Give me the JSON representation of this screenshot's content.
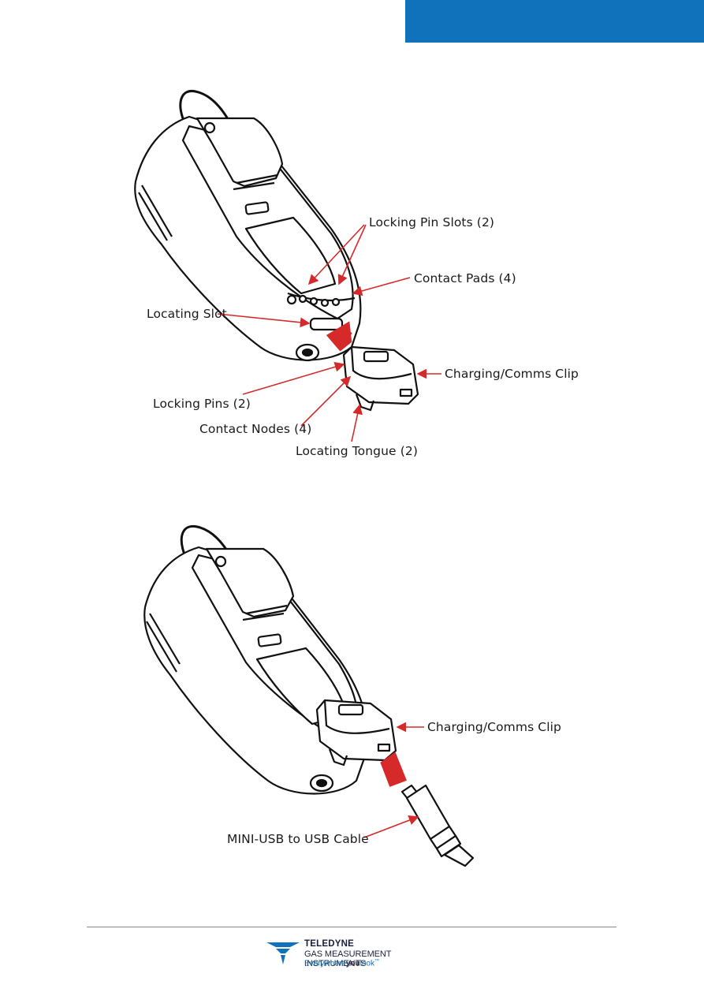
{
  "figure1": {
    "labels": {
      "locking_pin_slots": "Locking Pin Slots (2)",
      "contact_pads": "Contact Pads (4)",
      "locating_slot": "Locating Slot",
      "charging_comms_clip": "Charging/Comms Clip",
      "locking_pins": "Locking Pins (2)",
      "contact_nodes": "Contact Nodes (4)",
      "locating_tongue": "Locating Tongue (2)"
    }
  },
  "figure2": {
    "labels": {
      "charging_comms_clip": "Charging/Comms Clip",
      "usb_cable": "MINI-USB to USB Cable"
    }
  },
  "footer": {
    "brand": "TELEDYNE",
    "division": "GAS MEASUREMENT INSTRUMENTS",
    "tagline_pre": "Everywhere",
    "tagline_bold": "you",
    "tagline_post": "look",
    "tagline_tm": "™"
  },
  "colors": {
    "header_blue": "#0f72ba",
    "arrow_red": "#d62a2a"
  }
}
